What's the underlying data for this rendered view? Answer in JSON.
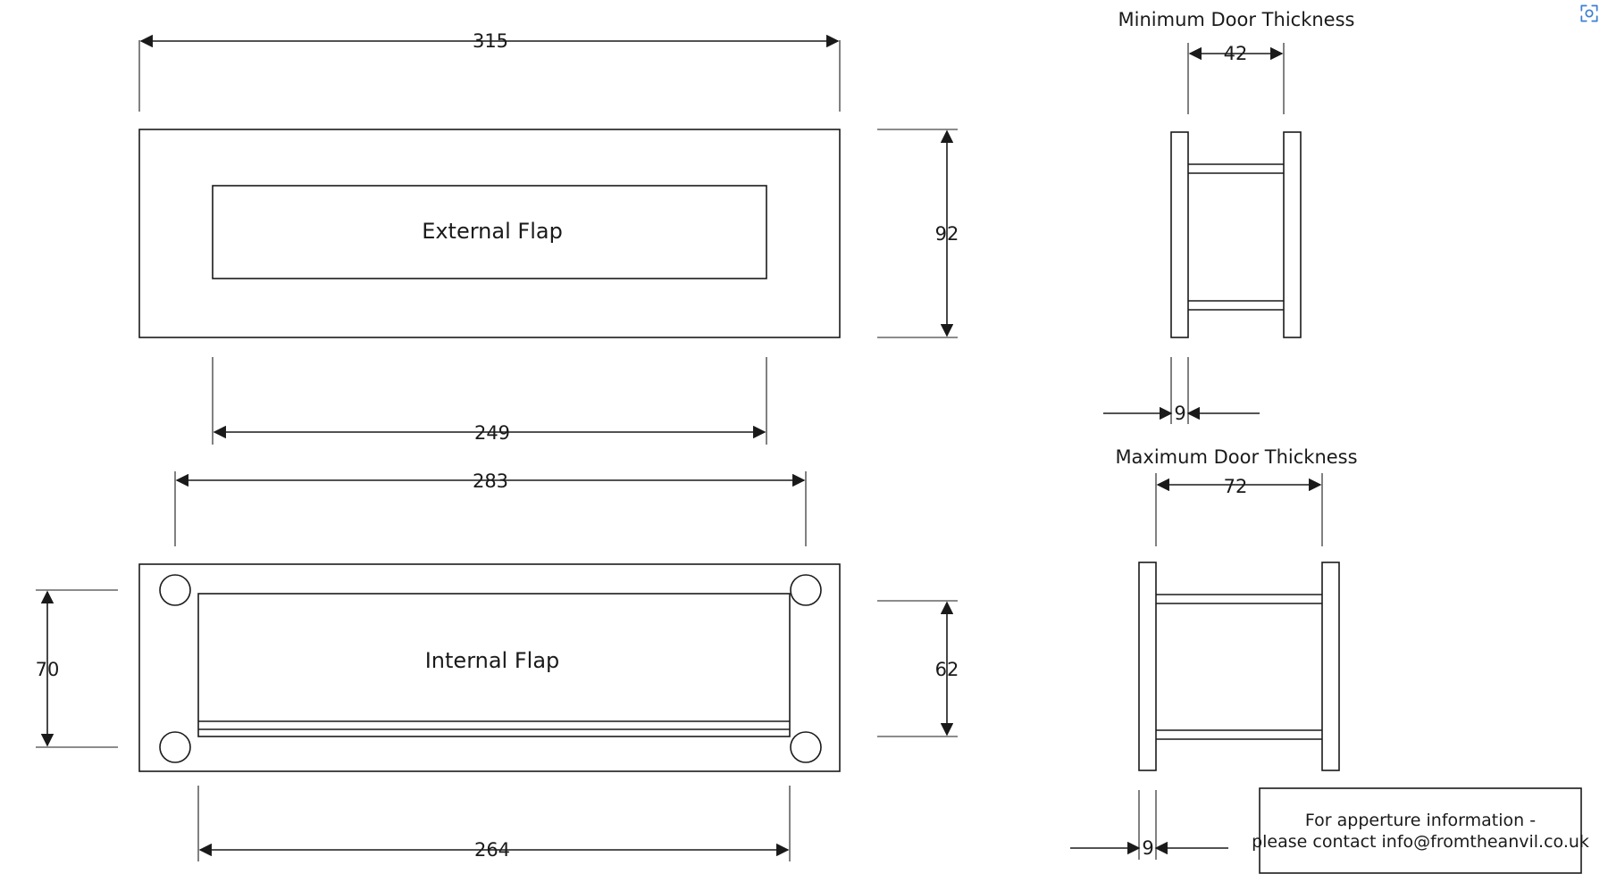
{
  "diagram": {
    "type": "technical-drawing",
    "units": "mm",
    "views": {
      "external_flap": {
        "label": "External Flap",
        "dimensions": {
          "overall_width": "315",
          "height": "92",
          "aperture_width": "249"
        }
      },
      "internal_flap": {
        "label": "Internal Flap",
        "dimensions": {
          "fixing_centres_width": "283",
          "overall_height": "70",
          "inner_height": "62",
          "inner_width": "264"
        }
      },
      "minimum_door_thickness": {
        "title": "Minimum Door Thickness",
        "dimensions": {
          "width": "42",
          "thickness": "9"
        }
      },
      "maximum_door_thickness": {
        "title": "Maximum Door Thickness",
        "dimensions": {
          "width": "72",
          "thickness": "9"
        }
      }
    },
    "note": {
      "line1": "For apperture information -",
      "line2": "please contact info@fromtheanvil.co.uk"
    }
  },
  "overlay": {
    "corner_icon": "selection-badge-icon"
  },
  "colors": {
    "line": "#1a1a1a",
    "background": "#ffffff",
    "icon_accent": "#3b7fd4"
  }
}
